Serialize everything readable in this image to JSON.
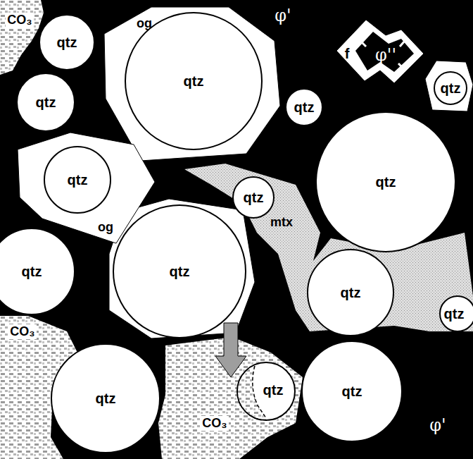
{
  "diagram": {
    "nodes": [
      {
        "text": [
          "CO₃"
        ]
      },
      {
        "text": [
          "qtz"
        ]
      },
      {
        "text": [
          "og"
        ]
      },
      {
        "text": [
          "qtz"
        ],
        "in": 2
      },
      {
        "text": [
          "qtz"
        ]
      },
      {
        "text": [
          "f",
          "φ''"
        ]
      },
      {
        "text": [
          "qtz"
        ]
      },
      {
        "text": [
          "qtz"
        ]
      },
      {
        "text": [
          "og"
        ]
      },
      {
        "text": [
          "qtz"
        ],
        "in": 8
      },
      {
        "text": [
          "qtz"
        ]
      },
      {
        "text": [
          "mtx"
        ]
      },
      {
        "text": [
          "qtz"
        ]
      },
      {
        "text": [
          "qtz"
        ]
      },
      {
        "text": [
          "qtz"
        ]
      },
      {
        "text": [
          "qtz"
        ]
      },
      {
        "text": [
          "qtz"
        ]
      },
      {
        "text": [
          "CO₃"
        ]
      },
      {
        "text": [
          "qtz"
        ]
      },
      {
        "text": [
          "CO₃"
        ]
      },
      {
        "text": [
          "qtz"
        ]
      },
      {
        "text": [
          "qtz"
        ]
      }
    ],
    "labels": [
      "φ'",
      "φ'"
    ]
  }
}
